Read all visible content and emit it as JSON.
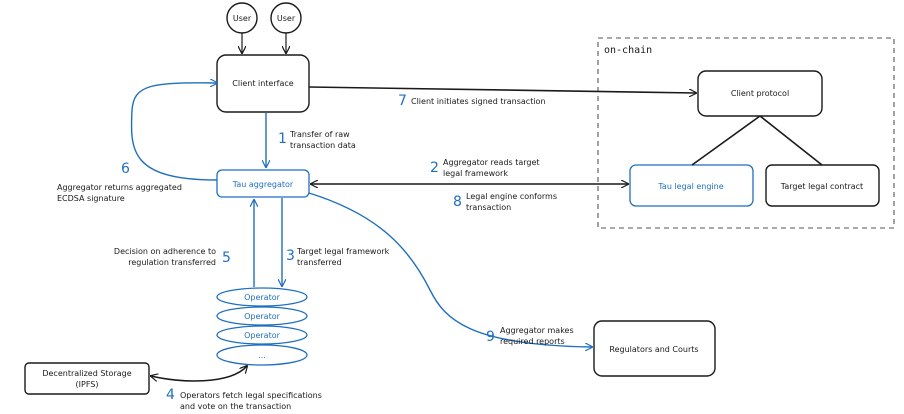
{
  "nodes": {
    "user_1": "User",
    "user_2": "User",
    "client_interface": "Client interface",
    "client_protocol": "Client protocol",
    "tau_aggregator": "Tau aggregator",
    "tau_legal_engine": "Tau legal engine",
    "target_legal_contract": "Target legal contract",
    "regulators": "Regulators and Courts",
    "storage_line1": "Decentralized Storage",
    "storage_line2": "(IPFS)",
    "operators": [
      "Operator",
      "Operator",
      "Operator",
      "..."
    ]
  },
  "onchain_label": "on-chain",
  "steps": [
    {
      "num": "1",
      "lines": [
        "Transfer of raw",
        "transaction data"
      ]
    },
    {
      "num": "2",
      "lines": [
        "Aggregator reads target",
        "legal framework"
      ]
    },
    {
      "num": "3",
      "lines": [
        "Target legal framework",
        "transferred"
      ]
    },
    {
      "num": "4",
      "lines": [
        "Operators fetch legal specifications",
        "and vote on the transaction"
      ]
    },
    {
      "num": "5",
      "lines": [
        "Decision on adherence to",
        "regulation transferred"
      ]
    },
    {
      "num": "6",
      "lines": [
        "Aggregator returns aggregated",
        "ECDSA signature"
      ]
    },
    {
      "num": "7",
      "lines": [
        "Client initiates signed transaction"
      ]
    },
    {
      "num": "8",
      "lines": [
        "Legal engine conforms",
        "transaction"
      ]
    },
    {
      "num": "9",
      "lines": [
        "Aggregator makes",
        "required reports"
      ]
    }
  ],
  "colors": {
    "accent": "#1f6fbf",
    "stroke": "#1a1a1a",
    "dashed": "#555555"
  }
}
